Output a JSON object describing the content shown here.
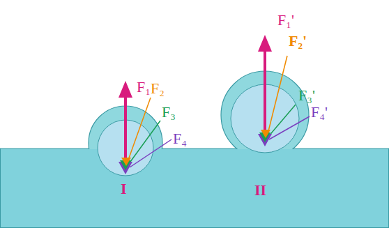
{
  "diagram": {
    "labels": [
      "F₁",
      "F₂",
      "F₃",
      "F₄",
      "I",
      "F₁'",
      "F₂'",
      "F₃'",
      "F₄'",
      "II"
    ]
  }
}
